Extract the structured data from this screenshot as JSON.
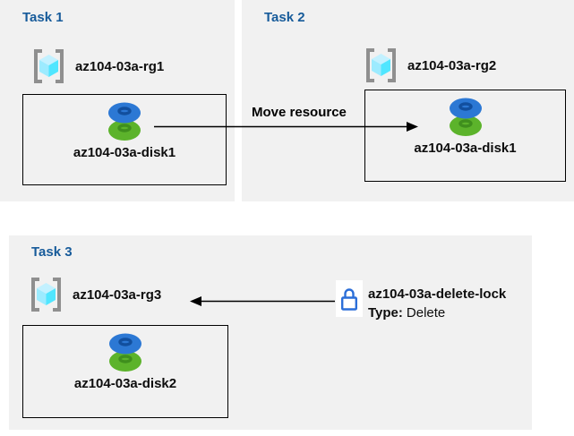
{
  "colors": {
    "panel_background": "#f1f1f1",
    "task_title_blue": "#175b9a",
    "disk_blue": "#2c78d4",
    "disk_blue_ring": "#124f9e",
    "disk_green": "#5cb32b",
    "disk_green_ring": "#3f8f1d",
    "lock_blue": "#2b6ed8",
    "rg_cube_cyan": "#50e6ff",
    "rg_bracket_gray": "#8f8f8f",
    "arrow_black": "#000000"
  },
  "task1": {
    "title": "Task 1",
    "resource_group": "az104-03a-rg1",
    "disk": "az104-03a-disk1"
  },
  "task2": {
    "title": "Task 2",
    "resource_group": "az104-03a-rg2",
    "disk": "az104-03a-disk1"
  },
  "task3": {
    "title": "Task 3",
    "resource_group": "az104-03a-rg3",
    "disk": "az104-03a-disk2"
  },
  "move_arrow": {
    "label": "Move resource"
  },
  "lock": {
    "name": "az104-03a-delete-lock",
    "type_label": "Type:",
    "type_value": "Delete"
  },
  "icons": {
    "resource_group": "resource-group-icon",
    "disk": "disk-icon",
    "lock": "lock-icon"
  }
}
